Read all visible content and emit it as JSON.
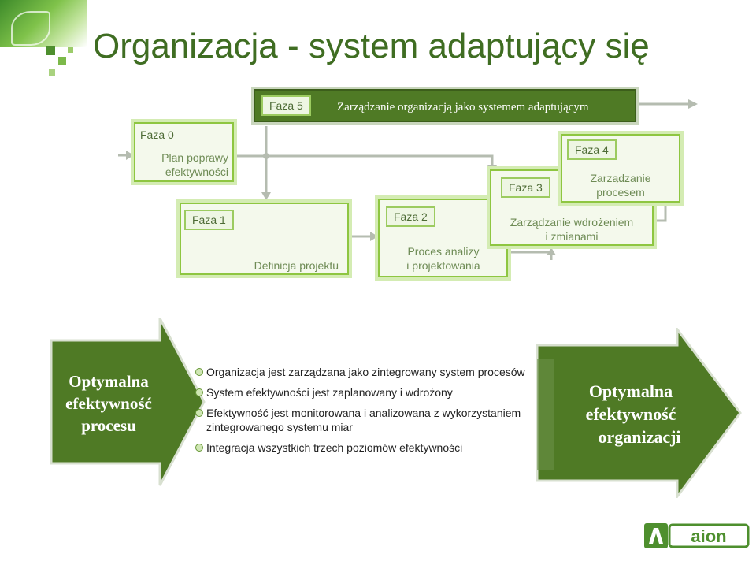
{
  "title": "Organizacja - system adaptujący się",
  "phases": {
    "faza5": {
      "tag": "Faza 5",
      "label": "Zarządzanie organizacją jako systemem adaptującym"
    },
    "faza0": {
      "tag": "Faza 0",
      "label_line1": "Plan poprawy",
      "label_line2": "efektywności"
    },
    "faza1": {
      "tag": "Faza 1",
      "label": "Definicja projektu"
    },
    "faza2": {
      "tag": "Faza 2",
      "label_line1": "Proces analizy",
      "label_line2": "i projektowania"
    },
    "faza3": {
      "tag": "Faza 3",
      "label_line1": "Zarządzanie wdrożeniem",
      "label_line2": "i zmianami"
    },
    "faza4": {
      "tag": "Faza 4",
      "label_line1": "Zarządzanie",
      "label_line2": "procesem"
    }
  },
  "left_arrow": {
    "line1": "Optymalna",
    "line2": "efektywność",
    "line3": "procesu"
  },
  "right_arrow": {
    "line1": "Optymalna",
    "line2": "efektywność",
    "line3": "organizacji"
  },
  "bullets": [
    "Organizacja jest zarządzana jako zintegrowany system procesów",
    "System efektywności jest zaplanowany i wdrożony",
    "Efektywność jest monitorowana i analizowana z  wykorzystaniem zintegrowanego systemu miar",
    "Integracja wszystkich trzech poziomów efektywności"
  ],
  "logo": {
    "text": "aion"
  },
  "colors": {
    "title": "#3f6d22",
    "arrow_fill": "#4f7a25",
    "box_border": "#8ec641"
  }
}
